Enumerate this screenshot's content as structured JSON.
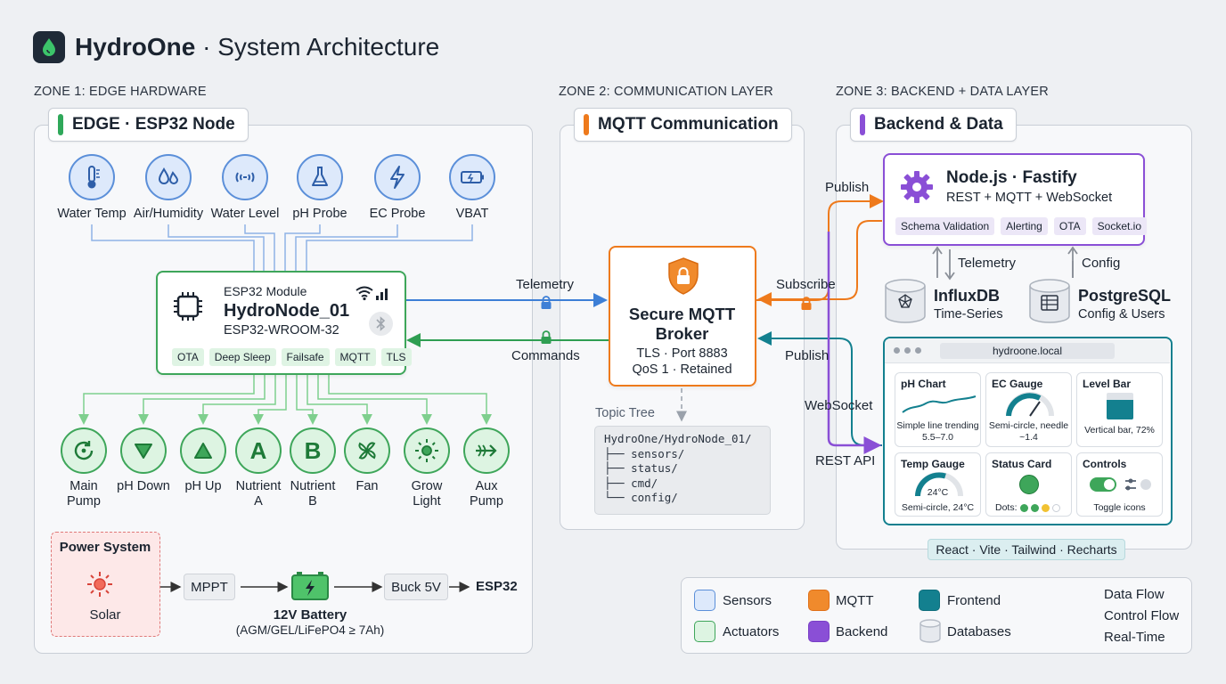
{
  "header": {
    "brand": "HydroOne",
    "separator": " · ",
    "subtitle": "System Architecture"
  },
  "zones": {
    "edge": {
      "label": "ZONE 1: EDGE HARDWARE",
      "title": "EDGE · ESP32 Node",
      "accent": "#2fa85a"
    },
    "comm": {
      "label": "ZONE 2: COMMUNICATION LAYER",
      "title": "MQTT Communication",
      "accent": "#ee7a1c"
    },
    "backend": {
      "label": "ZONE 3: BACKEND + DATA LAYER",
      "title": "Backend & Data",
      "accent": "#8a4fd6"
    }
  },
  "sensors": [
    {
      "label": "Water Temp",
      "icon": "thermometer-icon"
    },
    {
      "label": "Air/Humidity",
      "icon": "droplets-icon"
    },
    {
      "label": "Water Level",
      "icon": "wave-level-icon"
    },
    {
      "label": "pH Probe",
      "icon": "flask-icon"
    },
    {
      "label": "EC Probe",
      "icon": "lightning-icon"
    },
    {
      "label": "VBAT",
      "icon": "battery-icon"
    }
  ],
  "esp": {
    "module": "ESP32 Module",
    "name": "HydroNode_01",
    "chip": "ESP32-WROOM-32",
    "tags": [
      "OTA",
      "Deep Sleep",
      "Failsafe",
      "MQTT",
      "TLS"
    ]
  },
  "actuators": [
    {
      "line1": "Main",
      "line2": "Pump",
      "icon": "refresh-pump-icon",
      "glyph": ""
    },
    {
      "line1": "pH Down",
      "line2": "",
      "icon": "triangle-down-icon",
      "glyph": ""
    },
    {
      "line1": "pH Up",
      "line2": "",
      "icon": "triangle-up-icon",
      "glyph": ""
    },
    {
      "line1": "Nutrient",
      "line2": "A",
      "icon": "letter-a-icon",
      "glyph": "A"
    },
    {
      "line1": "Nutrient",
      "line2": "B",
      "icon": "letter-b-icon",
      "glyph": "B"
    },
    {
      "line1": "Fan",
      "line2": "",
      "icon": "fan-icon",
      "glyph": ""
    },
    {
      "line1": "Grow",
      "line2": "Light",
      "icon": "sun-icon",
      "glyph": ""
    },
    {
      "line1": "Aux",
      "line2": "Pump",
      "icon": "arrow-pump-icon",
      "glyph": ""
    }
  ],
  "power": {
    "title": "Power System",
    "source": "Solar",
    "mppt": "MPPT",
    "battery": "12V Battery",
    "battery_sub": "(AGM/GEL/LiFePO4 ≥ 7Ah)",
    "buck": "Buck 5V",
    "target": "ESP32"
  },
  "flows": {
    "telemetry": "Telemetry",
    "commands": "Commands",
    "publish_top": "Publish",
    "subscribe": "Subscribe",
    "publish_bottom": "Publish",
    "websocket": "WebSocket",
    "rest_api": "REST API",
    "telemetry_db": "Telemetry",
    "config_db": "Config"
  },
  "broker": {
    "title_line1": "Secure MQTT",
    "title_line2": "Broker",
    "detail1": "TLS · Port 8883",
    "detail2": "QoS 1 · Retained"
  },
  "topic_tree": {
    "label": "Topic Tree",
    "lines": [
      "HydroOne/HydroNode_01/",
      "├── sensors/",
      "├── status/",
      "├── cmd/",
      "└── config/"
    ]
  },
  "server": {
    "title": "Node.js · Fastify",
    "subtitle": "REST + MQTT + WebSocket",
    "tags": [
      "Schema Validation",
      "Alerting",
      "OTA",
      "Socket.io"
    ]
  },
  "databases": [
    {
      "name": "InfluxDB",
      "sub": "Time-Series"
    },
    {
      "name": "PostgreSQL",
      "sub": "Config & Users"
    }
  ],
  "dashboard": {
    "url": "hydroone.local",
    "cards": [
      {
        "title": "pH Chart",
        "caption": "Simple line trending 5.5–7.0"
      },
      {
        "title": "EC Gauge",
        "caption": "Semi-circle, needle ~1.4"
      },
      {
        "title": "Level Bar",
        "caption": "Vertical bar, 72%"
      },
      {
        "title": "Temp Gauge",
        "value": "24°C",
        "caption": "Semi-circle, 24°C"
      },
      {
        "title": "Status Card",
        "caption": "Dots:"
      },
      {
        "title": "Controls",
        "caption": "Toggle icons"
      }
    ],
    "level_fraction": 0.72,
    "stack": "React · Vite · Tailwind · Recharts"
  },
  "legend": {
    "items": [
      {
        "label": "Sensors",
        "color": "#dde9fb",
        "border": "#5b8fd9"
      },
      {
        "label": "MQTT",
        "color": "#f08a2c",
        "border": "#e07018"
      },
      {
        "label": "Frontend",
        "color": "#13808f",
        "border": "#0f6e7c"
      },
      {
        "label": "Actuators",
        "color": "#ddf4e2",
        "border": "#3ea65a"
      },
      {
        "label": "Backend",
        "color": "#8a4fd6",
        "border": "#7a3fc6"
      },
      {
        "label": "Databases",
        "color": "#e6e9ee",
        "border": "#b6bcc6"
      }
    ],
    "lines": [
      "Data Flow",
      "Control Flow",
      "Real-Time"
    ]
  }
}
